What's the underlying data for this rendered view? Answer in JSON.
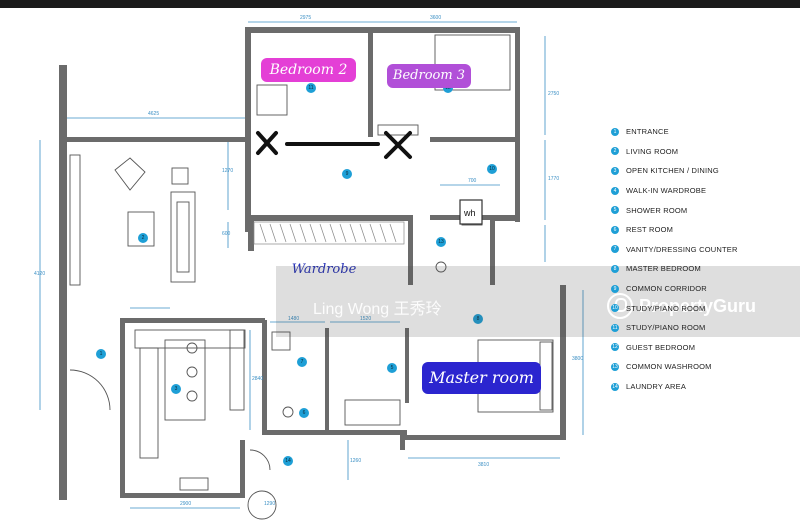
{
  "labels": {
    "bedroom2": "Bedroom 2",
    "bedroom3": "Bedroom 3",
    "wardrobe": "Wardrobe",
    "master": "Master room",
    "wh": "wh"
  },
  "watermark": {
    "name": "Ling Wong 王秀玲",
    "brand": "PropertyGuru"
  },
  "legend": [
    {
      "n": "1",
      "label": "ENTRANCE"
    },
    {
      "n": "2",
      "label": "LIVING ROOM"
    },
    {
      "n": "3",
      "label": "OPEN KITCHEN / DINING"
    },
    {
      "n": "4",
      "label": "WALK-IN WARDROBE"
    },
    {
      "n": "5",
      "label": "SHOWER ROOM"
    },
    {
      "n": "6",
      "label": "REST ROOM"
    },
    {
      "n": "7",
      "label": "VANITY/DRESSING COUNTER"
    },
    {
      "n": "8",
      "label": "MASTER BEDROOM"
    },
    {
      "n": "9",
      "label": "COMMON CORRIDOR"
    },
    {
      "n": "10",
      "label": "STUDY/PIANO ROOM"
    },
    {
      "n": "11",
      "label": "STUDY/PIANO ROOM"
    },
    {
      "n": "12",
      "label": "GUEST BEDROOM"
    },
    {
      "n": "13",
      "label": "COMMON WASHROOM"
    },
    {
      "n": "14",
      "label": "LAUNDRY AREA"
    }
  ],
  "dimensions": {
    "d2975": "2975",
    "d3600": "3600",
    "d4625": "4625",
    "d2750": "2750",
    "d1770": "1770",
    "d3800": "3800",
    "d1270": "1270",
    "d600": "600",
    "d700": "700",
    "d1480": "1480",
    "d1520": "1520",
    "d3810": "3810",
    "d2900": "2900",
    "d1290": "1290",
    "d1260": "1260",
    "d2840": "2840",
    "d4120": "4120"
  },
  "plan_numbers": [
    "1",
    "2",
    "3",
    "5",
    "6",
    "7",
    "8",
    "9",
    "10",
    "11",
    "12",
    "13",
    "14"
  ],
  "colors": {
    "wall": "#6b6b6b",
    "dim": "#3a8fc4",
    "bedroom2_bg": "#e43fd6",
    "bedroom3_bg": "#b14fd8",
    "master_bg": "#2b25cf",
    "number_dot": "#1e9fd6"
  }
}
